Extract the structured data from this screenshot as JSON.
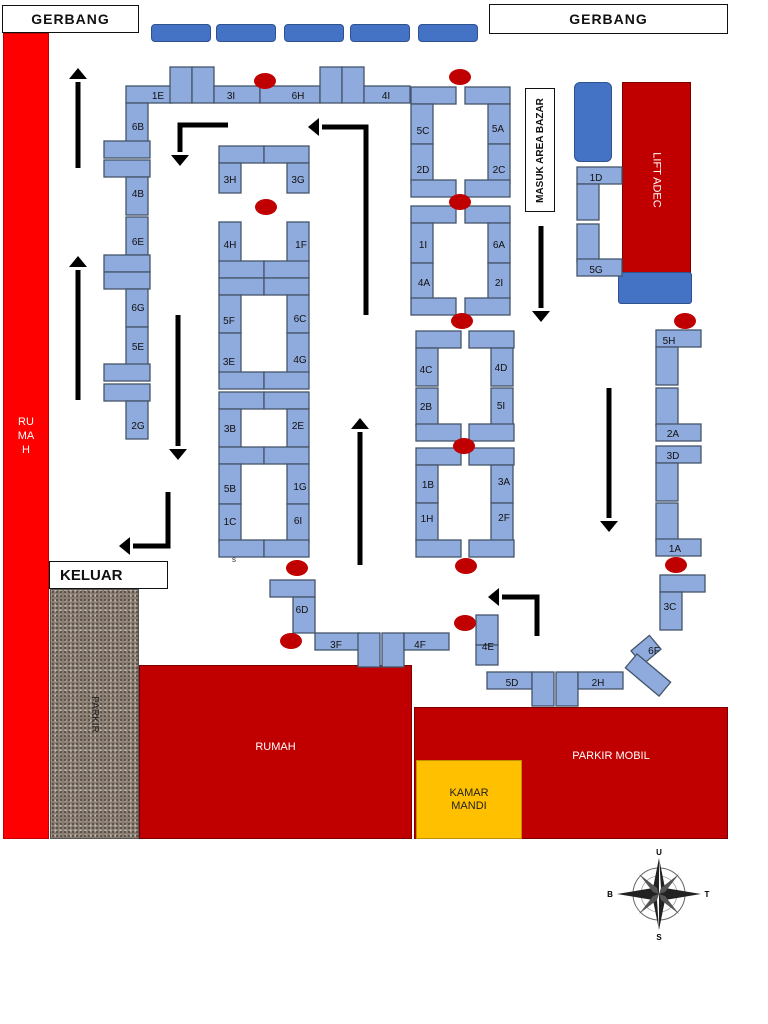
{
  "labels": {
    "gate_left": "GERBANG",
    "gate_right": "GERBANG",
    "exit": "KELUAR",
    "bazaar_entrance": "MASUK AREA BAZAR",
    "small_s": "s"
  },
  "zones": {
    "house_left": "RU MA H",
    "house_bottom": "RUMAH",
    "parking_side": "PARKIR",
    "car_park": "PARKIR MOBIL",
    "bathroom": "KAMAR MANDI",
    "lift": "LIFT ADEC"
  },
  "compass": {
    "north": "U",
    "south": "S",
    "west": "B",
    "east": "T"
  },
  "colors": {
    "house_red": "#ff0000",
    "zone_dark_red": "#c00000",
    "booth_fill": "#8faadc",
    "booth_border": "#44546a",
    "marker_red": "#c00000",
    "blue_block": "#4472c4",
    "bathroom_yellow": "#ffc000",
    "arrow": "#000000"
  },
  "booths": [
    "1E",
    "3I",
    "6H",
    "4I",
    "6B",
    "4B",
    "6E",
    "6G",
    "5E",
    "2G",
    "3H",
    "3G",
    "4H",
    "1F",
    "5F",
    "6C",
    "3E",
    "4G",
    "3B",
    "2E",
    "5B",
    "1G",
    "1C",
    "6I",
    "5C",
    "5A",
    "2D",
    "2C",
    "1I",
    "6A",
    "4A",
    "2I",
    "4C",
    "4D",
    "2B",
    "5I",
    "1B",
    "3A",
    "1H",
    "2F",
    "1D",
    "5G",
    "5H",
    "2A",
    "3D",
    "1A",
    "6D",
    "3F",
    "4F",
    "4E",
    "5D",
    "2H",
    "3C",
    "6F"
  ]
}
